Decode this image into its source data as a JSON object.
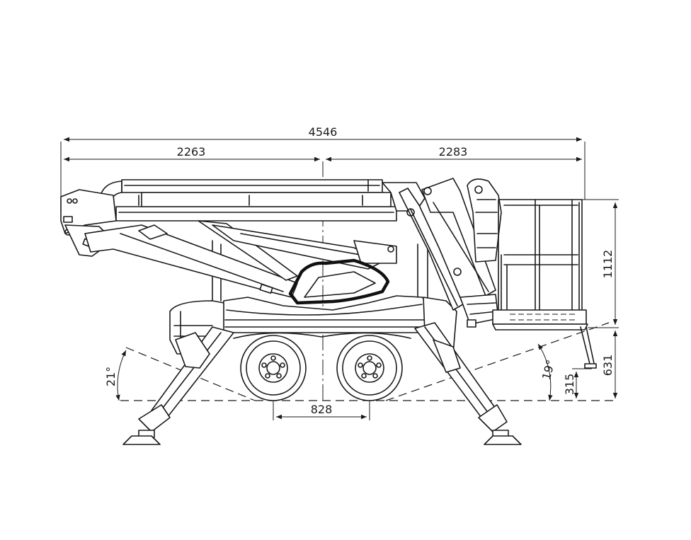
{
  "dimensions": {
    "overall_length": "4546",
    "left_half": "2263",
    "right_half": "2283",
    "basket_height": "1112",
    "basket_floor_height": "631",
    "ground_clearance": "315",
    "axle_spacing": "828"
  },
  "angles": {
    "front_approach": "21°",
    "rear_departure": "19°"
  }
}
